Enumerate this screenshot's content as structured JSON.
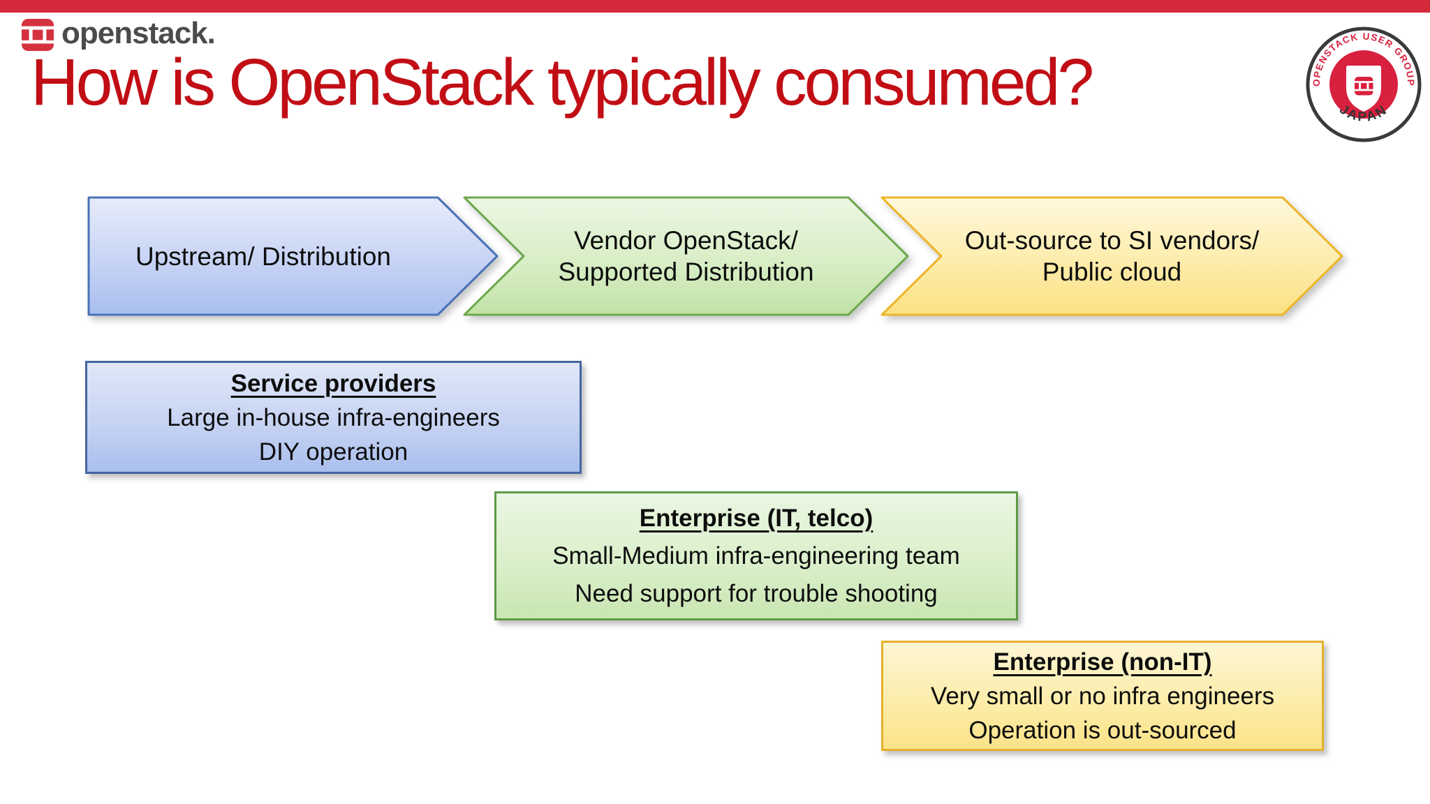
{
  "brand": {
    "wordmark": "openstack."
  },
  "title": "How is OpenStack typically consumed?",
  "badge": {
    "arc_text": "OPENSTACK USER GROUP",
    "country": "JAPAN"
  },
  "colors": {
    "top_bar": "#d5293c",
    "title_red": "#c10e15",
    "badge_red": "#d8203f",
    "blue_border": "#4a72b8",
    "green_border": "#6fa84e",
    "yellow_border": "#edb52a",
    "text": "#0d0d0d"
  },
  "flow": {
    "arrows": [
      {
        "id": "upstream",
        "line1": "Upstream/ Distribution"
      },
      {
        "id": "vendor",
        "line1": "Vendor OpenStack/",
        "line2": "Supported Distribution"
      },
      {
        "id": "outsource",
        "line1": "Out-source to SI vendors/",
        "line2": "Public cloud"
      }
    ],
    "boxes": [
      {
        "id": "service-providers",
        "heading": "Service providers",
        "line1": "Large in-house infra-engineers",
        "line2": "DIY operation"
      },
      {
        "id": "enterprise-it",
        "heading": "Enterprise (IT, telco)",
        "line1": "Small-Medium infra-engineering team",
        "line2": "Need support for trouble shooting"
      },
      {
        "id": "enterprise-non-it",
        "heading": "Enterprise (non-IT)",
        "line1": "Very small or no infra engineers",
        "line2": "Operation is out-sourced"
      }
    ]
  }
}
